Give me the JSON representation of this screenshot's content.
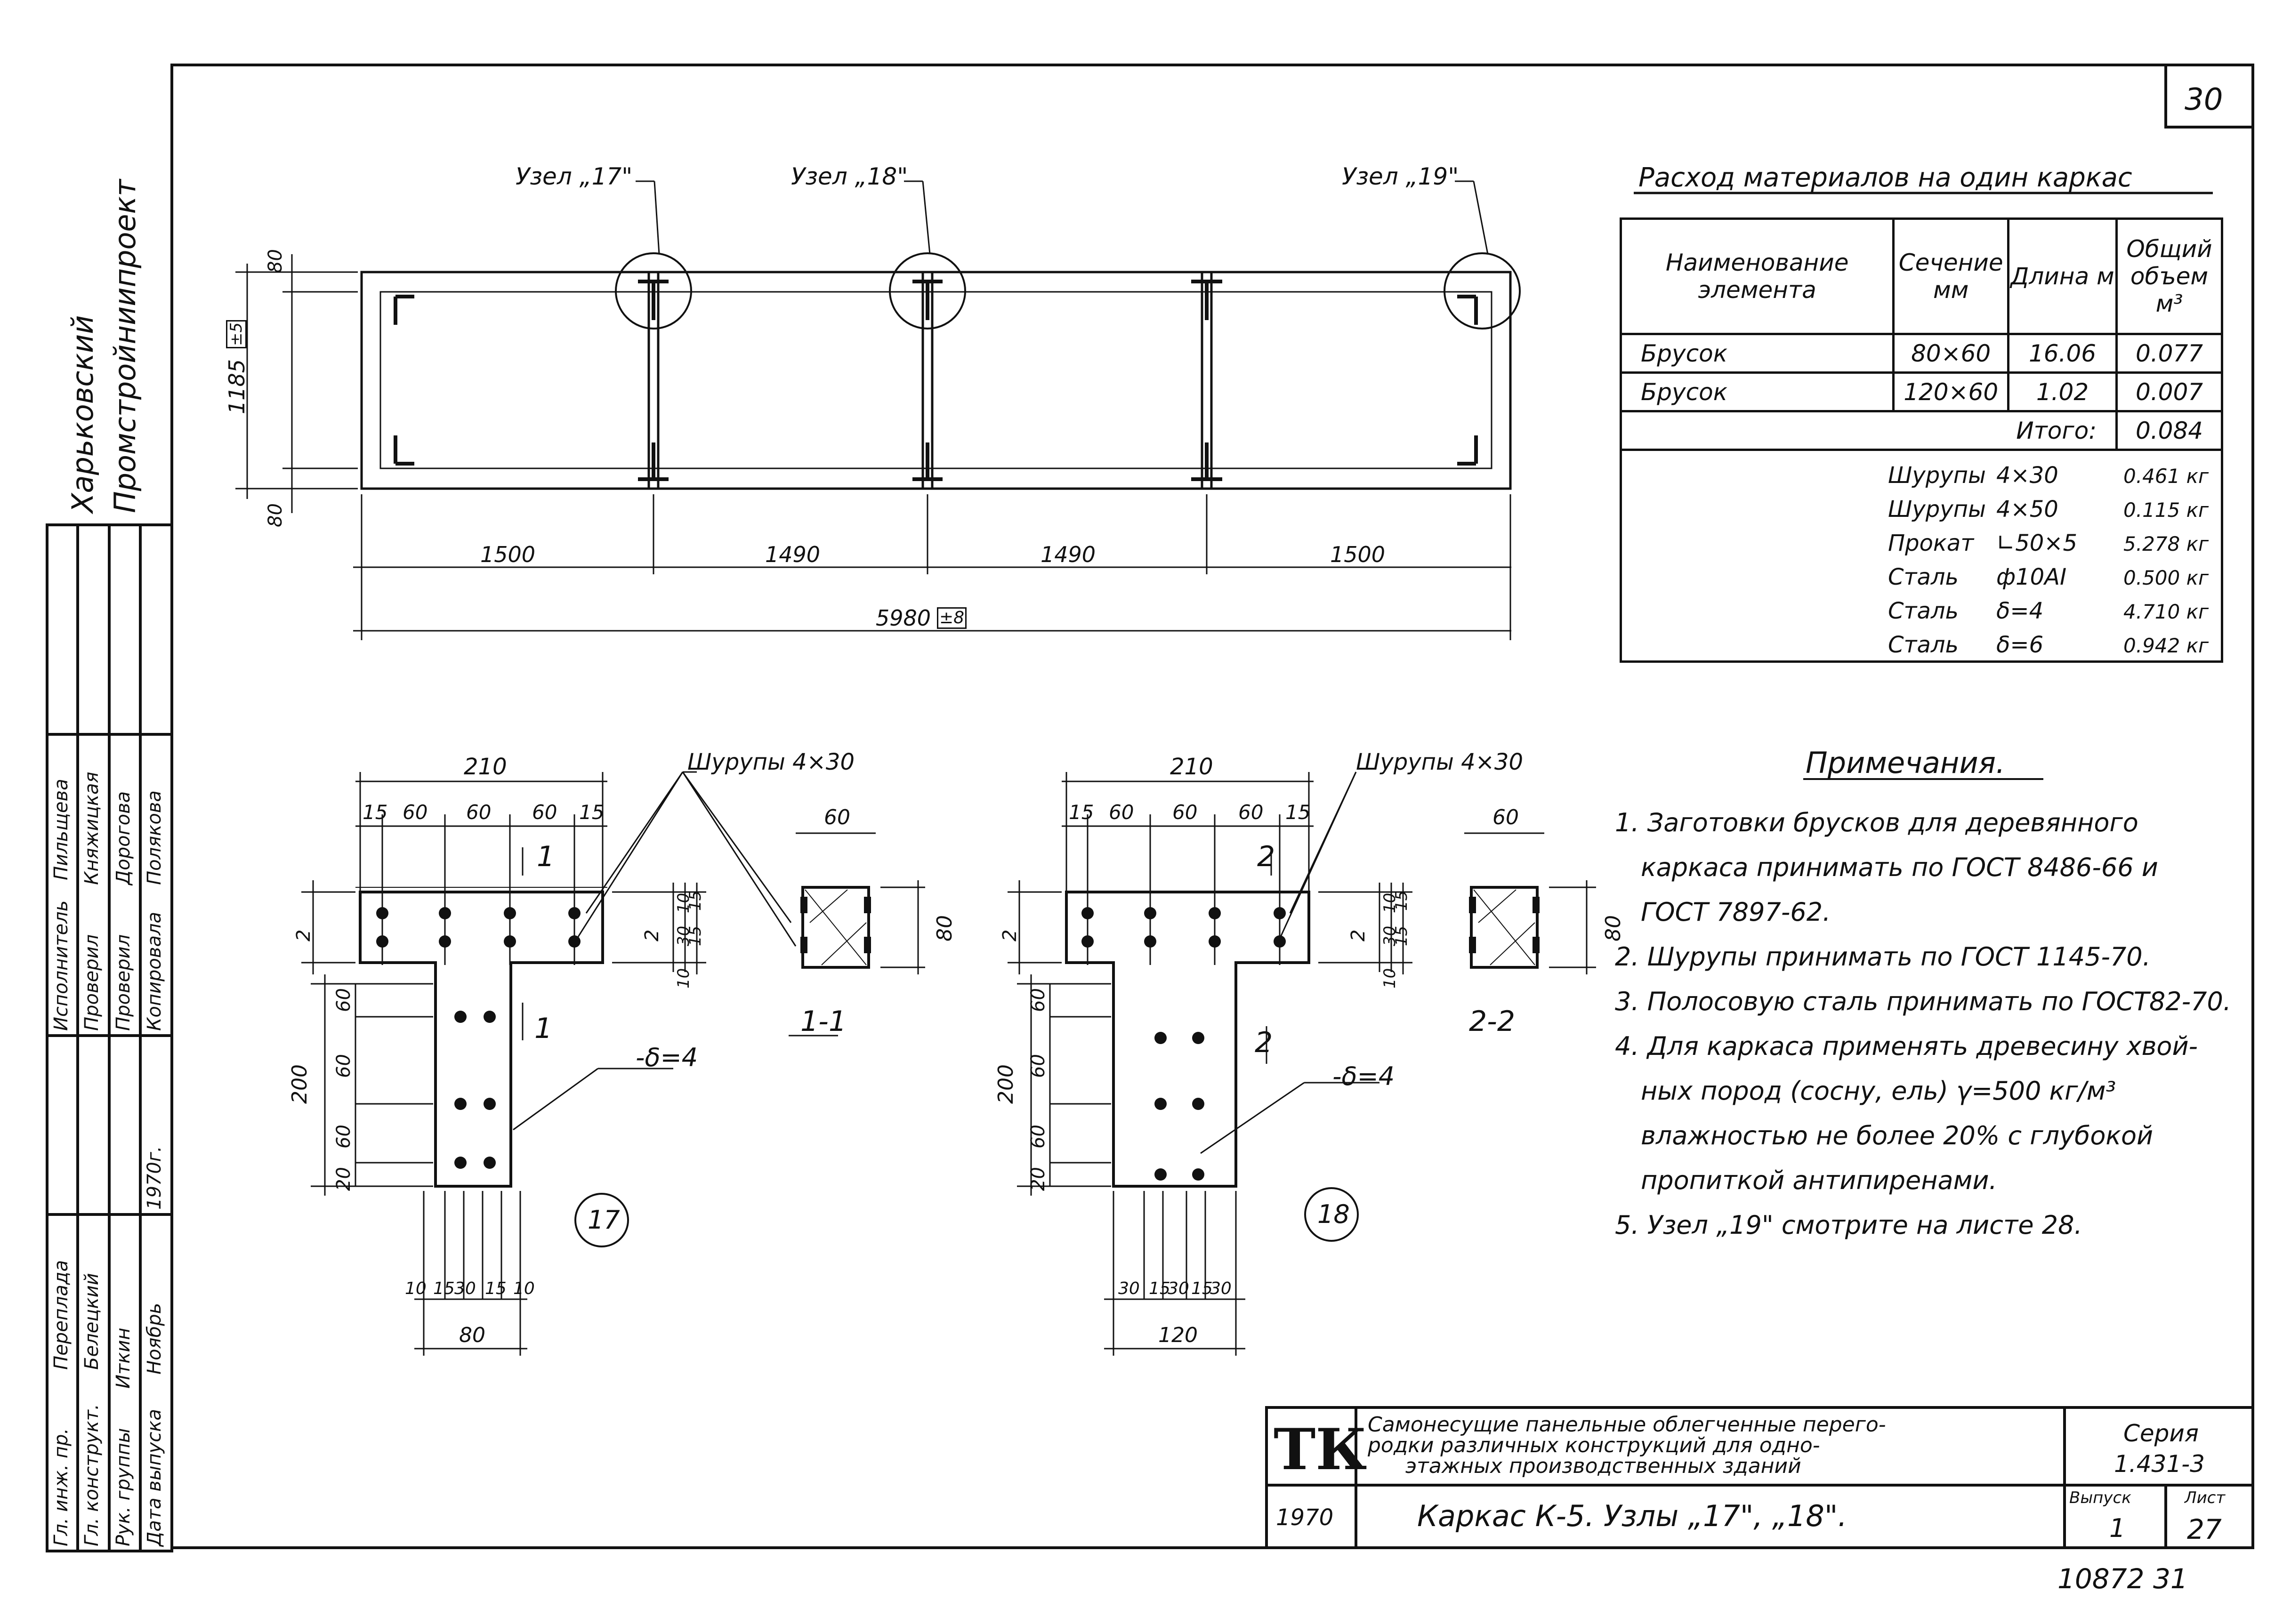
{
  "sheet_no": "30",
  "footer_no": "10872  31",
  "side_org": [
    "Харьковский",
    "Промстройниипроект"
  ],
  "stamp_rows": [
    {
      "role": "Гл. инж. пр.",
      "name": "Переплада"
    },
    {
      "role": "Гл. конструкт.",
      "name": "Белецкий"
    },
    {
      "role": "Рук. группы",
      "name": "Иткин"
    },
    {
      "role": "Дата выпуска",
      "name": "Ноябрь",
      "extra": "1970г."
    },
    {
      "role": "Исполнитель",
      "name": "Пильщева"
    },
    {
      "role": "Проверил",
      "name": "Княжицкая"
    },
    {
      "role": "Проверил",
      "name": "Дорогова"
    },
    {
      "role": "Копировала",
      "name": "Полякова"
    }
  ],
  "frame_plan": {
    "node_labels": [
      "Узел „17\"",
      "Узел „18\"",
      "Узел „19\""
    ],
    "spans": [
      "1500",
      "1490",
      "1490",
      "1500"
    ],
    "total": "5980",
    "total_tol": "±8",
    "height": "1185",
    "height_tol": "±5",
    "edge_dim": "80"
  },
  "materials": {
    "title": "Расход материалов на один каркас",
    "headers": [
      "Наименование элемента",
      "Сечение мм",
      "Длина м",
      "Общий объем м³"
    ],
    "rows": [
      [
        "Брусок",
        "80×60",
        "16.06",
        "0.077"
      ],
      [
        "Брусок",
        "120×60",
        "1.02",
        "0.007"
      ]
    ],
    "total_label": "Итого:",
    "total_value": "0.084",
    "extras": [
      [
        "Шурупы",
        "4×30",
        "0.461 кг"
      ],
      [
        "Шурупы",
        "4×50",
        "0.115 кг"
      ],
      [
        "Прокат",
        "∟50×5",
        "5.278 кг"
      ],
      [
        "Сталь",
        "ф10АI",
        "0.500 кг"
      ],
      [
        "Сталь",
        "δ=4",
        "4.710 кг"
      ],
      [
        "Сталь",
        "δ=6",
        "0.942 кг"
      ]
    ]
  },
  "node17": {
    "number": "17",
    "top_dim": "210",
    "top_sub": [
      "15",
      "60",
      "60",
      "60",
      "15"
    ],
    "screw_label": "Шурупы 4×30",
    "plate_label": "-δ=4",
    "left_dim": "200",
    "left_sub": [
      "60",
      "60",
      "60",
      "20"
    ],
    "flange_dims": [
      "10",
      "15",
      "30",
      "15",
      "10"
    ],
    "flange_side": "2",
    "bottom_sub": [
      "10",
      "15",
      "30",
      "15",
      "10"
    ],
    "bottom_dim": "80",
    "cut_mark": "1",
    "section_label": "1-1",
    "section_w": "60",
    "section_h": "80"
  },
  "node18": {
    "number": "18",
    "top_dim": "210",
    "top_sub": [
      "15",
      "60",
      "60",
      "60",
      "15"
    ],
    "screw_label": "Шурупы 4×30",
    "plate_label": "-δ=4",
    "left_dim": "200",
    "left_sub": [
      "60",
      "60",
      "60",
      "20"
    ],
    "flange_dims": [
      "10",
      "15",
      "30",
      "15",
      "10"
    ],
    "flange_side": "2",
    "bottom_sub": [
      "30",
      "15",
      "30",
      "15",
      "30"
    ],
    "bottom_dim": "120",
    "cut_mark": "2",
    "section_label": "2-2",
    "section_w": "60",
    "section_h": "80"
  },
  "notes": {
    "title": "Примечания.",
    "items": [
      "1. Заготовки брусков для деревянного",
      "каркаса принимать по ГОСТ 8486-66 и",
      "ГОСТ 7897-62.",
      "2. Шурупы принимать по ГОСТ 1145-70.",
      "3. Полосовую сталь принимать по ГОСТ82-70.",
      "4. Для каркаса применять древесину хвой-",
      "ных пород (сосну, ель) γ=500 кг/м³",
      "влажностью не более 20% с глубокой",
      "пропиткой антипиренами.",
      "5. Узел „19\" смотрите на листе 28."
    ]
  },
  "titleblock": {
    "logo": "ТК",
    "year": "1970",
    "title_lines": [
      "Самонесущие панельные облегченные перего-",
      "родки различных конструкций для одно-",
      "этажных производственных зданий"
    ],
    "series_label": "Серия",
    "series": "1.431-3",
    "sheet_caption": "Каркас  К-5.     Узлы „17\", „18\".",
    "issue_label": "Выпуск",
    "issue": "1",
    "list_label": "Лист",
    "list": "27"
  }
}
